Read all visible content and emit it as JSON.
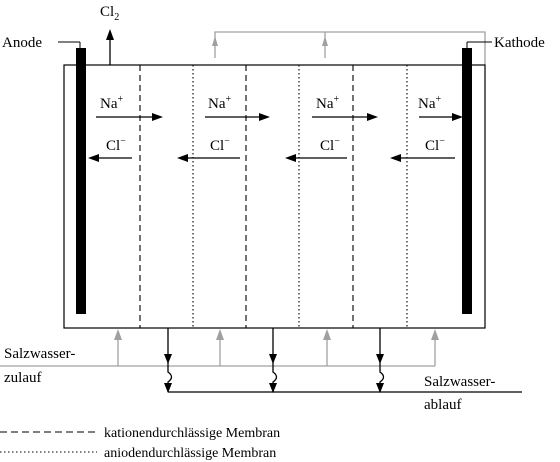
{
  "labels": {
    "anode": "Anode",
    "cathode": "Kathode",
    "cl2": "Cl",
    "cl2_sub": "2",
    "na": "Na",
    "na_sup": "+",
    "cl": "Cl",
    "cl_sup": "−",
    "inflow_line1": "Salzwasser-",
    "inflow_line2": "zulauf",
    "outflow_line1": "Salzwasser-",
    "outflow_line2": "ablauf"
  },
  "legend": {
    "dashed": "kationendurchlässige Membran",
    "dotted": "aniodendurchlässige Membran"
  },
  "colors": {
    "ink": "#000000",
    "gray_flow": "#a0a0a0"
  }
}
